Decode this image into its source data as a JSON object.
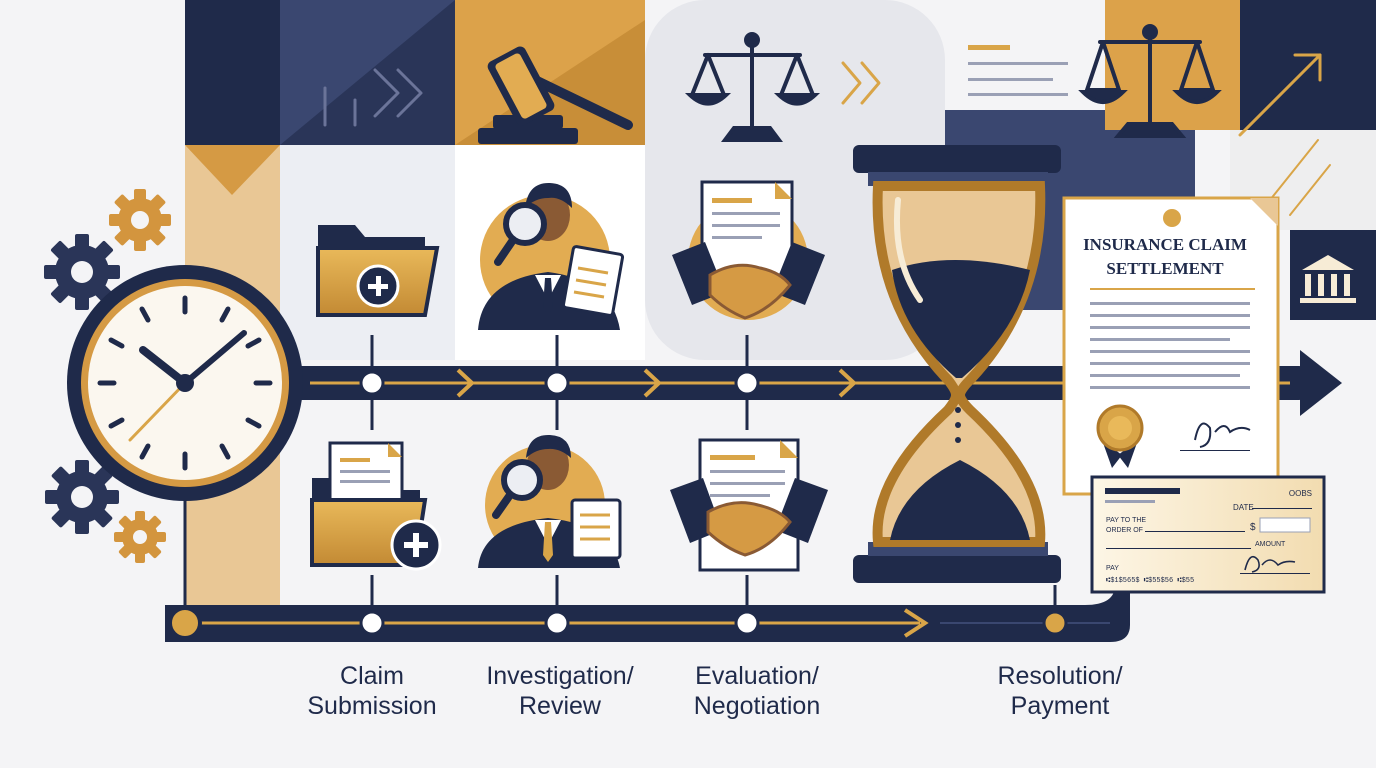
{
  "document": {
    "title_line1": "INSURANCE CLAIM",
    "title_line2": "SETTLEMENT"
  },
  "check": {
    "code": "OOBS",
    "date_label": "DATE",
    "payto_line1": "PAY TO THE",
    "payto_line2": "ORDER OF",
    "currency": "$",
    "amount_label": "AMOUNT",
    "pay_label": "PAY",
    "micr": "⑆$1$565$ ⑆$55$56 ⑆$55"
  },
  "stages": [
    {
      "label": "Claim\nSubmission"
    },
    {
      "label": "Investigation/\nReview"
    },
    {
      "label": "Evaluation/\nNegotiation"
    },
    {
      "label": "Resolution/\nPayment"
    }
  ],
  "colors": {
    "navy": "#1f2a4a",
    "gold": "#d9a548",
    "gold_dark": "#b07a2a",
    "cream": "#f7ecd6",
    "light": "#e8e9ef"
  },
  "icons": [
    "gear-icon",
    "clock-icon",
    "folder-plus-icon",
    "magnifier-person-icon",
    "handshake-icon",
    "hourglass-icon",
    "scales-icon",
    "gavel-icon",
    "bank-icon",
    "seal-icon"
  ]
}
